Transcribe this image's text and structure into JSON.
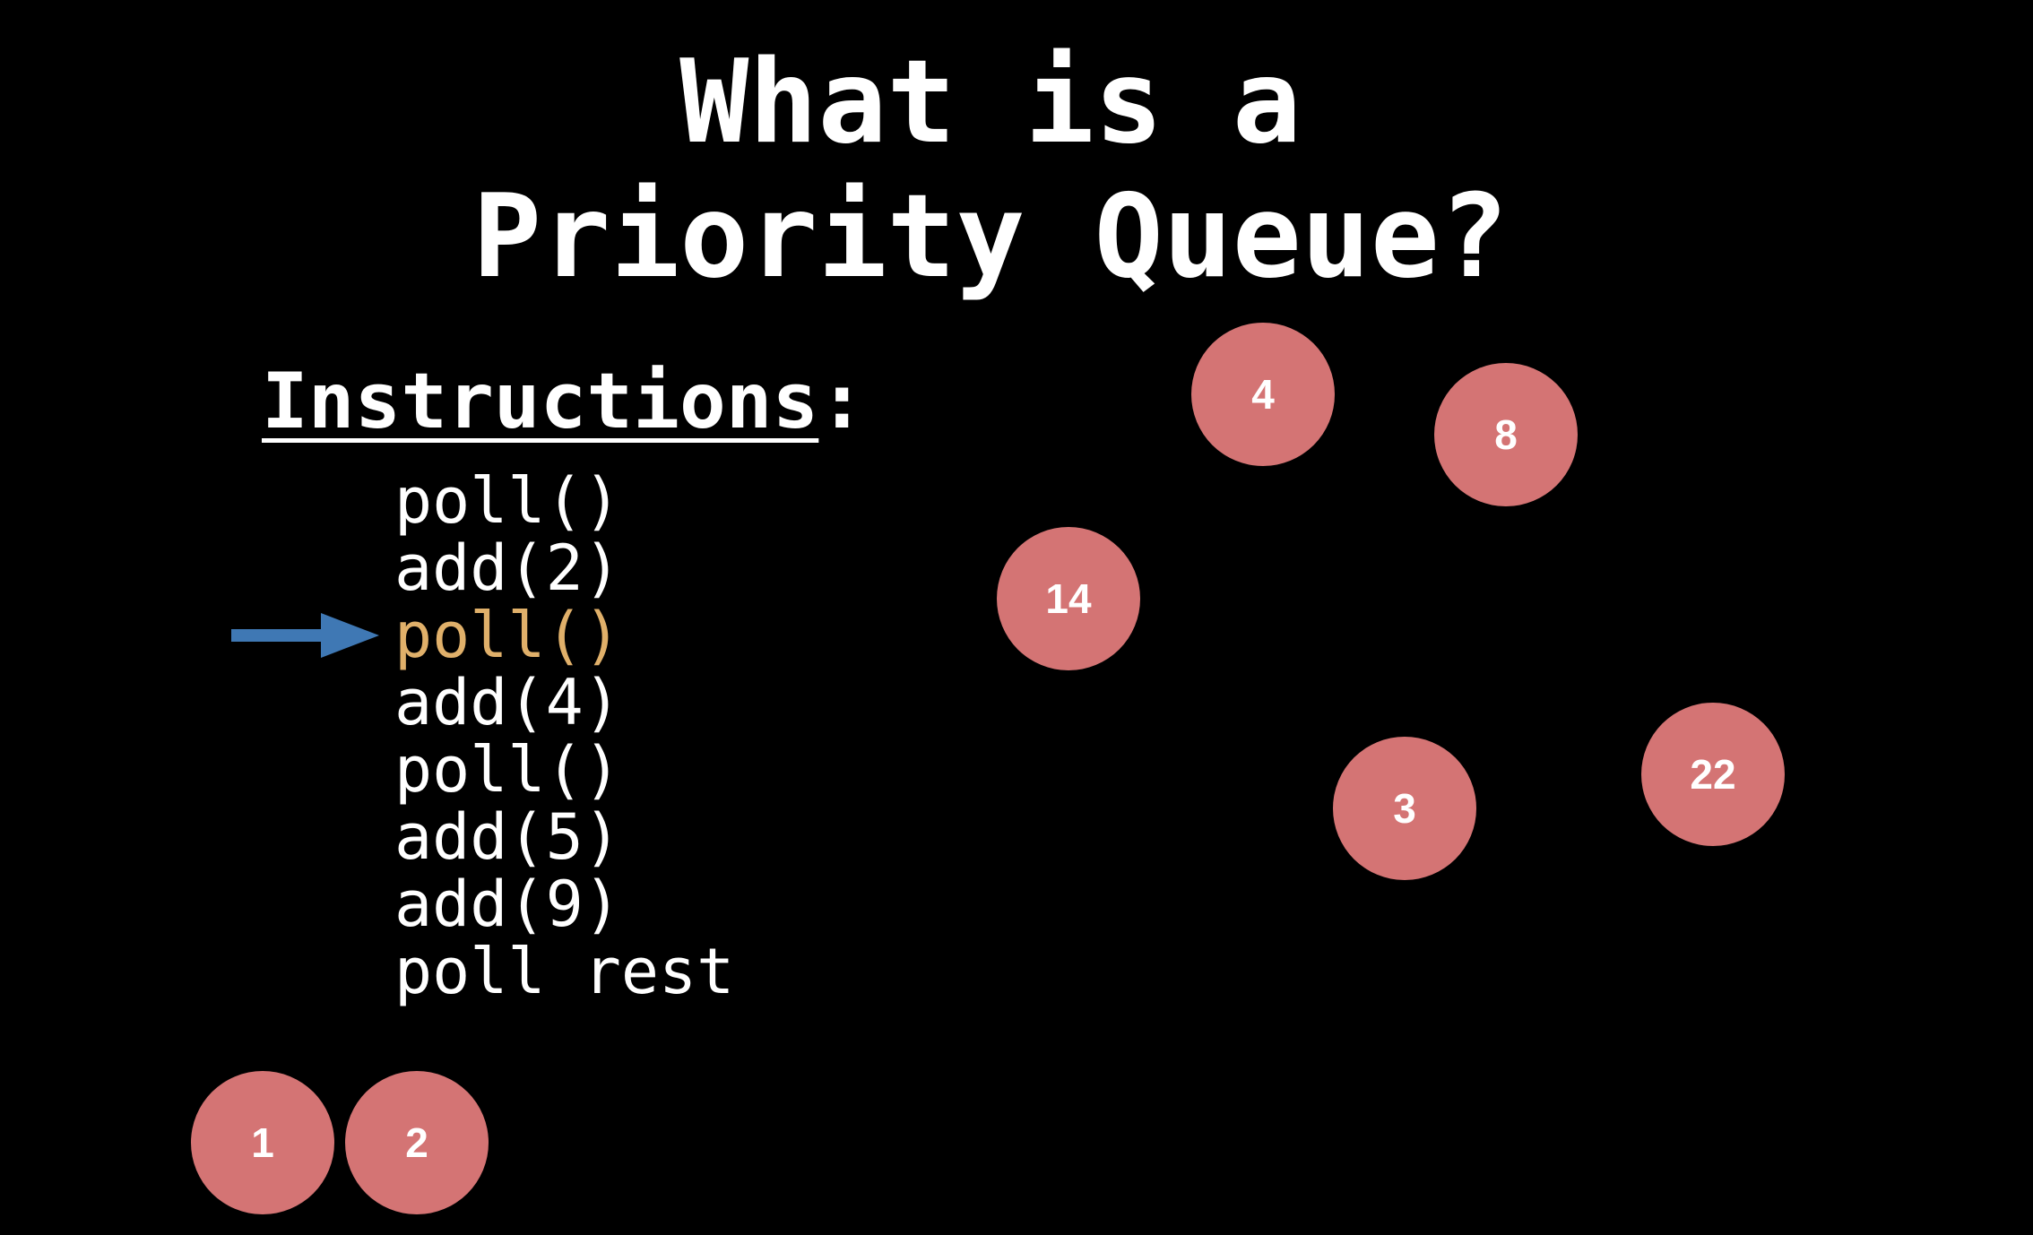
{
  "title": {
    "line1": "What is a",
    "line2": "Priority Queue?"
  },
  "instructions": {
    "heading": "Instructions",
    "colon": ":",
    "items": [
      "poll()",
      "add(2)",
      "poll()",
      "add(4)",
      "poll()",
      "add(5)",
      "add(9)",
      "poll rest"
    ],
    "current_index": 2,
    "current_color": "#e0b06a"
  },
  "pointer": {
    "icon": "right-arrow-icon",
    "color": "#3f78b4"
  },
  "node_color": "#d47474",
  "queue_nodes": [
    "4",
    "8",
    "14",
    "3",
    "22"
  ],
  "polled_nodes": [
    "1",
    "2"
  ]
}
